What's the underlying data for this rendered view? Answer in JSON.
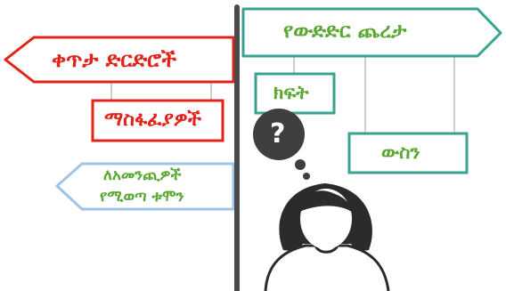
{
  "signs": {
    "direct_negotiations": "ቀጥታ ድርድሮች",
    "mediations": "ማስፋፈያዎች",
    "trust_building_1": "ለአመንጪዎች",
    "trust_building_2": "የሚወጣ ቱሞን",
    "competition_path": "የውድድር ጨረታ",
    "open": "ክፍት",
    "limited": "ውስን"
  },
  "thought": {
    "symbol": "?"
  },
  "colors": {
    "red": "#e2231a",
    "teal": "#3aa38f",
    "blue": "#9ec5e8",
    "green": "#5aa832",
    "pole": "#4a4a4a",
    "connector": "#cfcfcf"
  }
}
